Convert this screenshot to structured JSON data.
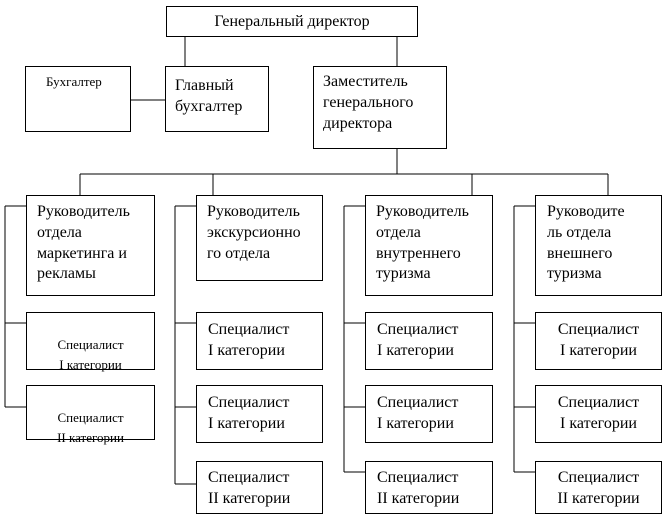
{
  "nodes": {
    "director": "Генеральный директор",
    "accountant": "Бухгалтер",
    "chief_accountant": "Главный\nбухгалтер",
    "deputy": "Заместитель\nгенерального\nдиректора",
    "head_marketing": "Руководитель\nотдела\nмаркетинга и\nрекламы",
    "head_excursion": "Руководитель\nэкскурсионно\nго отдела",
    "head_domestic": "Руководитель\nотдела\nвнутреннего\nтуризма",
    "head_foreign": "Руководите\nль отдела\nвнешнего\nтуризма",
    "marketing_spec_1": "Специалист\nI категории",
    "marketing_spec_2": "Специалист\nII категории",
    "excursion_spec_1": "Специалист\nI категории",
    "excursion_spec_2": "Специалист\nI категории",
    "excursion_spec_3": "Специалист\nII категории",
    "domestic_spec_1": "Специалист\nI категории",
    "domestic_spec_2": "Специалист\nI категории",
    "domestic_spec_3": "Специалист\nII категории",
    "foreign_spec_1": "Специалист\nI категории",
    "foreign_spec_2": "Специалист\nI категории",
    "foreign_spec_3": "Специалист\nII категории"
  }
}
